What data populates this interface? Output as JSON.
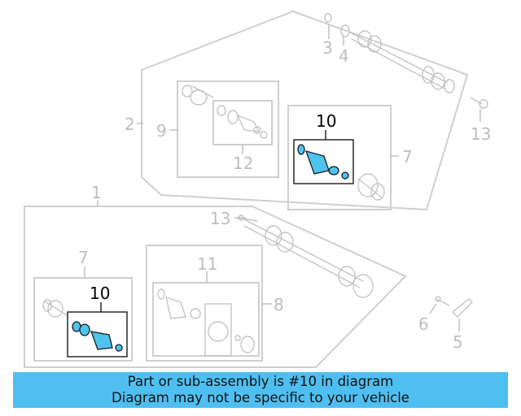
{
  "callouts": {
    "c1": "1",
    "c2": "2",
    "c3": "3",
    "c4": "4",
    "c5": "5",
    "c6": "6",
    "c7_upper": "7",
    "c7_lower": "7",
    "c8": "8",
    "c9": "9",
    "c10_upper": "10",
    "c10_lower": "10",
    "c11": "11",
    "c12": "12",
    "c13_right": "13",
    "c13_left": "13"
  },
  "highlight_part": "10",
  "banner": {
    "line1": "Part or sub-assembly is #10 in diagram",
    "line2": "Diagram may not be specific to your vehicle"
  },
  "colors": {
    "highlight": "#4ec3ee",
    "banner": "#4fbff2",
    "outline": "#cfcfcf",
    "label": "#bdbdbd"
  }
}
